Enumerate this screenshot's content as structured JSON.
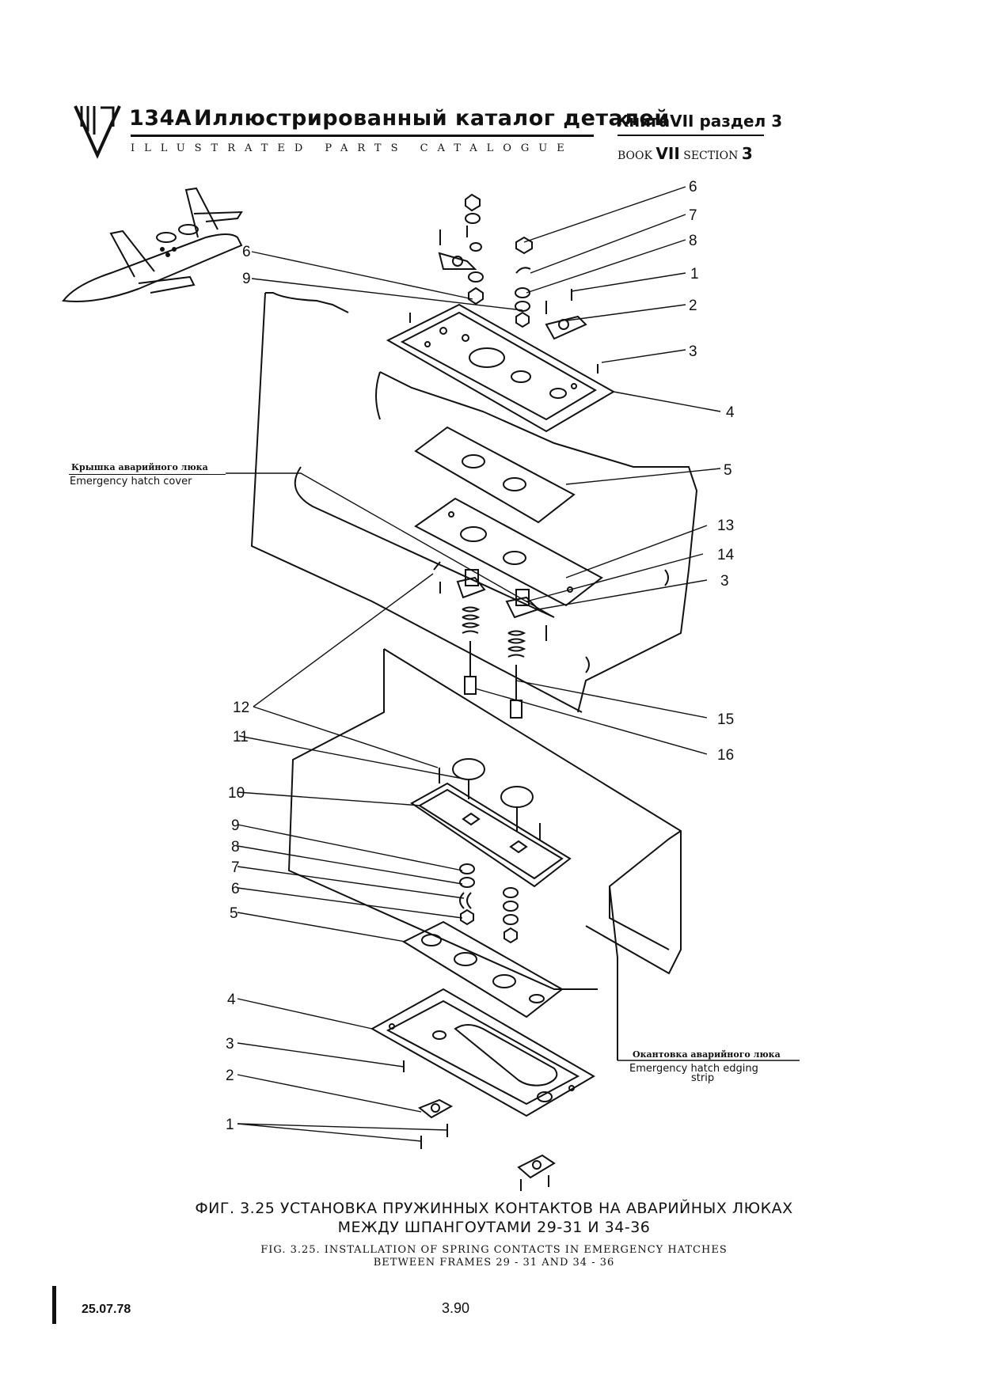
{
  "header": {
    "model": "134A",
    "title_ru": "Иллюстрированный каталог деталей",
    "title_en": "ILLUSTRATED PARTS CATALOGUE",
    "book_ru": "КнигаVII раздел 3",
    "book_en_prefix": "BOOK",
    "book_en_num": "VII",
    "book_en_section": "SECTION",
    "book_en_section_num": "3"
  },
  "callouts": {
    "top_right": [
      "6",
      "7",
      "8",
      "1",
      "2",
      "3",
      "4",
      "5",
      "13",
      "14",
      "3",
      "15",
      "16"
    ],
    "top_left": [
      "6",
      "9"
    ],
    "left": [
      "12",
      "11",
      "10",
      "9",
      "8",
      "7",
      "6",
      "5",
      "4",
      "3",
      "2",
      "1"
    ]
  },
  "labels": {
    "hatch_cover_ru": "Крышка аварийного люка",
    "hatch_cover_en": "Emergency hatch  cover",
    "edging_ru": "Окантовка аварийного люка",
    "edging_en_1": "Emergency hatch edging",
    "edging_en_2": "strip"
  },
  "caption": {
    "ru_line1": "ФИГ. 3.25  УСТАНОВКА ПРУЖИННЫХ КОНТАКТОВ НА АВАРИЙНЫХ ЛЮКАХ",
    "ru_line2": "МЕЖДУ ШПАНГОУТАМИ 29-31 И 34-36",
    "en_line1": "FIG. 3.25. INSTALLATION OF SPRING CONTACTS IN EMERGENCY HATCHES",
    "en_line2": "BETWEEN FRAMES 29 - 31 AND 34 - 36"
  },
  "footer": {
    "date": "25.07.78",
    "page": "3.90"
  }
}
